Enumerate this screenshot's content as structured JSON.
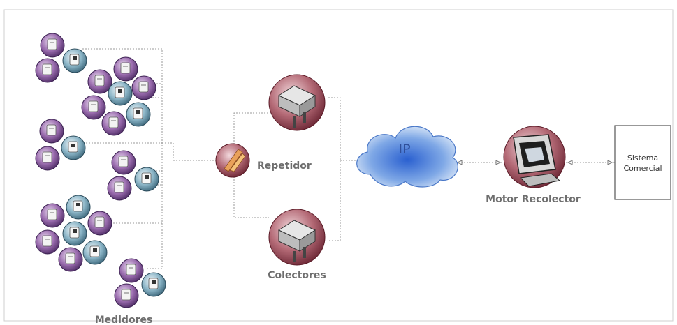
{
  "labels": {
    "medidores": "Medidores",
    "repetidor": "Repetidor",
    "colectores": "Colectores",
    "ip": "IP",
    "motor": "Motor Recolector",
    "sistema_line1": "Sistema",
    "sistema_line2": "Comercial"
  },
  "icons": {
    "meter": "meter-icon",
    "repeater": "repeater-icon",
    "collector": "collector-icon",
    "network": "cloud-icon",
    "server": "computer-icon"
  },
  "colors": {
    "frame": "#cfcfcf",
    "dotted_line": "#9a9a9a",
    "label_text": "#6e6e6e",
    "cloud_fill": "#4d84d6",
    "ip_text": "#2f4f9a"
  }
}
